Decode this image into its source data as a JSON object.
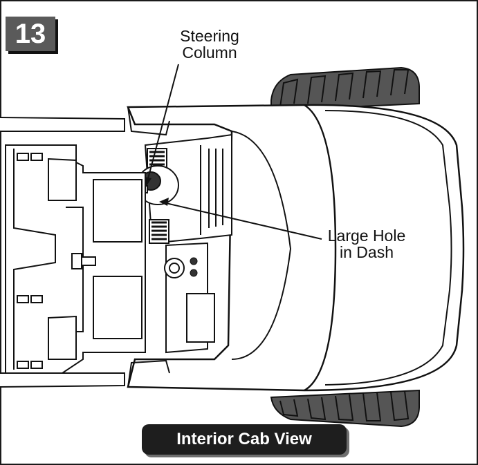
{
  "step": {
    "number": "13"
  },
  "labels": {
    "steering_column": [
      "Steering",
      "Column"
    ],
    "large_hole": [
      "Large Hole",
      "in Dash"
    ]
  },
  "caption": {
    "text": "Interior Cab View"
  },
  "colors": {
    "badge": "#5a5a5a",
    "caption_bg": "#1e1e1e",
    "line": "#1a1a1a",
    "tire": "#555555"
  }
}
